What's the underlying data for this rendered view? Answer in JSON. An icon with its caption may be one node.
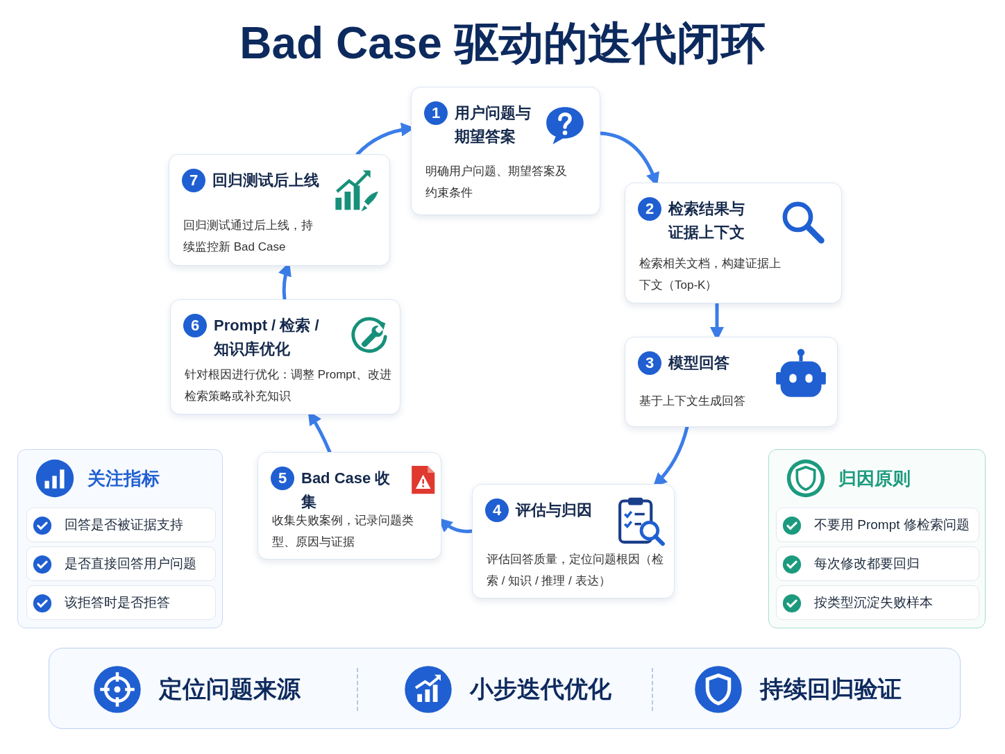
{
  "diagram": {
    "title": "Bad Case 驱动的迭代闭环",
    "nodes": [
      {
        "text": [
          "1",
          "用户问题与期望答案",
          "明确用户问题、期望答案及约束条件"
        ]
      },
      {
        "text": [
          "2",
          "检索结果与证据上下文",
          "检索相关文档，构建证据上下文（Top-K）"
        ]
      },
      {
        "text": [
          "3",
          "模型回答",
          "基于上下文生成回答"
        ]
      },
      {
        "text": [
          "4",
          "评估与归因",
          "评估回答质量，定位问题根因（检索 / 知识 / 推理 / 表达）"
        ]
      },
      {
        "text": [
          "5",
          "Bad Case 收集",
          "收集失败案例，记录问题类型、原因与证据"
        ]
      },
      {
        "text": [
          "6",
          "Prompt / 检索 / 知识库优化",
          "针对根因进行优化：调整 Prompt、改进检索策略或补充知识"
        ]
      },
      {
        "text": [
          "7",
          "回归测试后上线",
          "回归测试通过后上线，持续监控新 Bad Case"
        ]
      },
      {
        "text": [
          "关注指标"
        ]
      },
      {
        "text": [
          "回答是否被证据支持"
        ],
        "in": 7
      },
      {
        "text": [
          "是否直接回答用户问题"
        ],
        "in": 7
      },
      {
        "text": [
          "该拒答时是否拒答"
        ],
        "in": 7
      },
      {
        "text": [
          "归因原则"
        ]
      },
      {
        "text": [
          "不要用 Prompt 修检索问题"
        ],
        "in": 11
      },
      {
        "text": [
          "每次修改都要回归"
        ],
        "in": 11
      },
      {
        "text": [
          "按类型沉淀失败样本"
        ],
        "in": 11
      },
      {
        "text": [],
        "shape": "box"
      },
      {
        "text": [
          "定位问题来源"
        ],
        "in": 15
      },
      {
        "text": [
          "小步迭代优化"
        ],
        "in": 15
      },
      {
        "text": [
          "持续回归验证"
        ],
        "in": 15
      }
    ],
    "edges": [
      {
        "from": 0,
        "to": 1,
        "arrow": "to"
      },
      {
        "from": 1,
        "to": 2,
        "arrow": "to"
      },
      {
        "from": 2,
        "to": 3,
        "arrow": "to"
      },
      {
        "from": 3,
        "to": 4,
        "arrow": "to"
      },
      {
        "from": 4,
        "to": 5,
        "arrow": "to"
      },
      {
        "from": 5,
        "to": 6,
        "arrow": "to"
      },
      {
        "from": 6,
        "to": 0,
        "arrow": "to"
      }
    ]
  }
}
